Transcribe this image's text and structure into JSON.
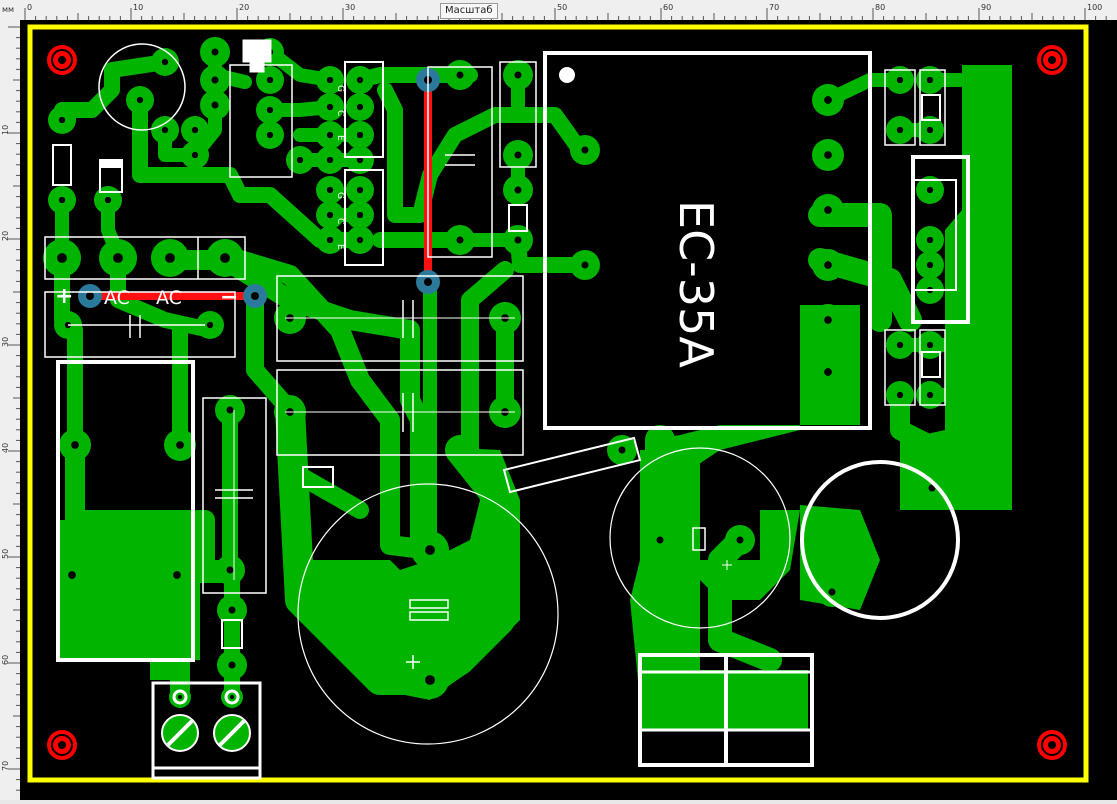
{
  "editor": {
    "unit": "мм",
    "scale_label": "Масштаб",
    "ruler_top_marks": [
      "0",
      "10",
      "20",
      "30",
      "40",
      "50",
      "60",
      "70",
      "80",
      "90",
      "100"
    ],
    "ruler_left_marks": [
      "10",
      "20",
      "30",
      "40",
      "50",
      "60",
      "70"
    ]
  },
  "board": {
    "module_label": "EC-35A",
    "connector_label_plus": "+",
    "connector_label_ac1": "AC",
    "connector_label_ac2": "AC",
    "connector_label_minus": "−",
    "ic_pin_labels": [
      "G",
      "C",
      "E"
    ],
    "colors": {
      "background": "#000000",
      "copper": "#00b400",
      "outline": "#ffffff",
      "board_edge": "#ffff00",
      "mounting_hole": "#ff0000",
      "jumper": "#ff0000",
      "via": "#2b7a9c"
    }
  }
}
